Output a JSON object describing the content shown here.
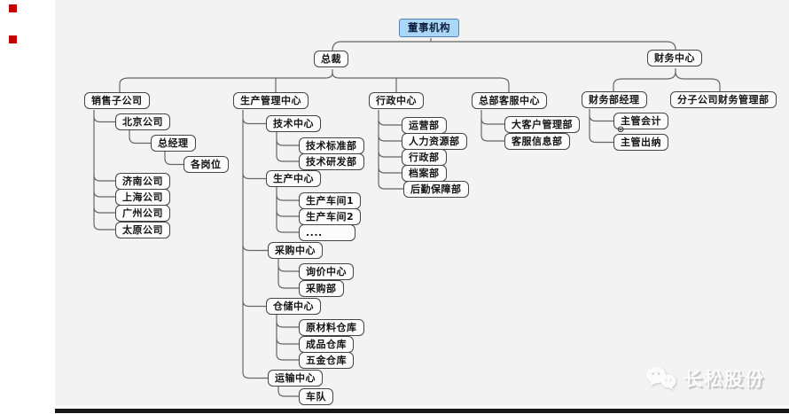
{
  "nodes": {
    "board": {
      "label": "董事机构"
    },
    "president": {
      "label": "总裁"
    },
    "finance_center": {
      "label": "财务中心"
    },
    "sales_subsidiary": {
      "label": "销售子公司"
    },
    "beijing": {
      "label": "北京公司"
    },
    "general_manager": {
      "label": "总经理"
    },
    "positions": {
      "label": "各岗位"
    },
    "jinan": {
      "label": "济南公司"
    },
    "shanghai": {
      "label": "上海公司"
    },
    "guangzhou": {
      "label": "广州公司"
    },
    "taiyuan": {
      "label": "太原公司"
    },
    "production_mgmt": {
      "label": "生产管理中心"
    },
    "tech_center": {
      "label": "技术中心"
    },
    "tech_standards": {
      "label": "技术标准部"
    },
    "tech_rd": {
      "label": "技术研发部"
    },
    "production_center": {
      "label": "生产中心"
    },
    "workshop1": {
      "label": "生产车间1"
    },
    "workshop2": {
      "label": "生产车间2"
    },
    "workshop_more": {
      "label": "...."
    },
    "purchasing_center": {
      "label": "采购中心"
    },
    "inquiry_center": {
      "label": "询价中心"
    },
    "purchasing_dept": {
      "label": "采购部"
    },
    "warehouse_center": {
      "label": "仓储中心"
    },
    "raw_material_wh": {
      "label": "原材料仓库"
    },
    "finished_goods_wh": {
      "label": "成品仓库"
    },
    "hardware_wh": {
      "label": "五金仓库"
    },
    "transport_center": {
      "label": "运输中心"
    },
    "fleet": {
      "label": "车队"
    },
    "admin_center": {
      "label": "行政中心"
    },
    "operations": {
      "label": "运营部"
    },
    "hr": {
      "label": "人力资源部"
    },
    "admin_dept": {
      "label": "行政部"
    },
    "archives": {
      "label": "档案部"
    },
    "logistics": {
      "label": "后勤保障部"
    },
    "hq_customer_service": {
      "label": "总部客服中心"
    },
    "key_accounts": {
      "label": "大客户管理部"
    },
    "service_info": {
      "label": "客服信息部"
    },
    "finance_manager": {
      "label": "财务部经理"
    },
    "subsidiary_finance": {
      "label": "分子公司财务管理部"
    },
    "chief_accountant": {
      "label": "主管会计"
    },
    "chief_cashier": {
      "label": "主管出纳"
    }
  },
  "icons": {
    "collapse_marker": "⊙"
  },
  "watermark": {
    "label": "长松股份",
    "icon": "wechat-bubbles-icon"
  },
  "colors": {
    "canvas": "#f3f3f3",
    "root_fill": "#a9d7f5",
    "root_border": "#4f81bd",
    "node_fill": "#fcfcfc",
    "node_border": "#444444",
    "connector": "#666666",
    "red_marker": "#c40000",
    "bottom_bar": "#161616",
    "watermark_text": "#fbfbfb"
  }
}
